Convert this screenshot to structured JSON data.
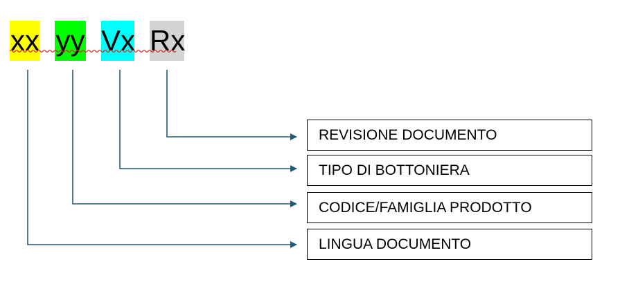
{
  "code": {
    "tokens": [
      {
        "text": "xx",
        "color": "#FFFF00"
      },
      {
        "text": "yy",
        "color": "#00FF00"
      },
      {
        "text": "Vx",
        "color": "#00FFFF"
      },
      {
        "text": "Rx",
        "color": "#D3D3D3"
      }
    ]
  },
  "labels": {
    "revision": "REVISIONE DOCUMENTO",
    "keypad_type": "TIPO DI BOTTONIERA",
    "product_code": "CODICE/FAMIGLIA PRODOTTO",
    "language": "LINGUA DOCUMENTO"
  },
  "colors": {
    "connector": "#1F5C7A",
    "box_border": "#000000",
    "spellcheck_underline": "#D22A2A"
  }
}
